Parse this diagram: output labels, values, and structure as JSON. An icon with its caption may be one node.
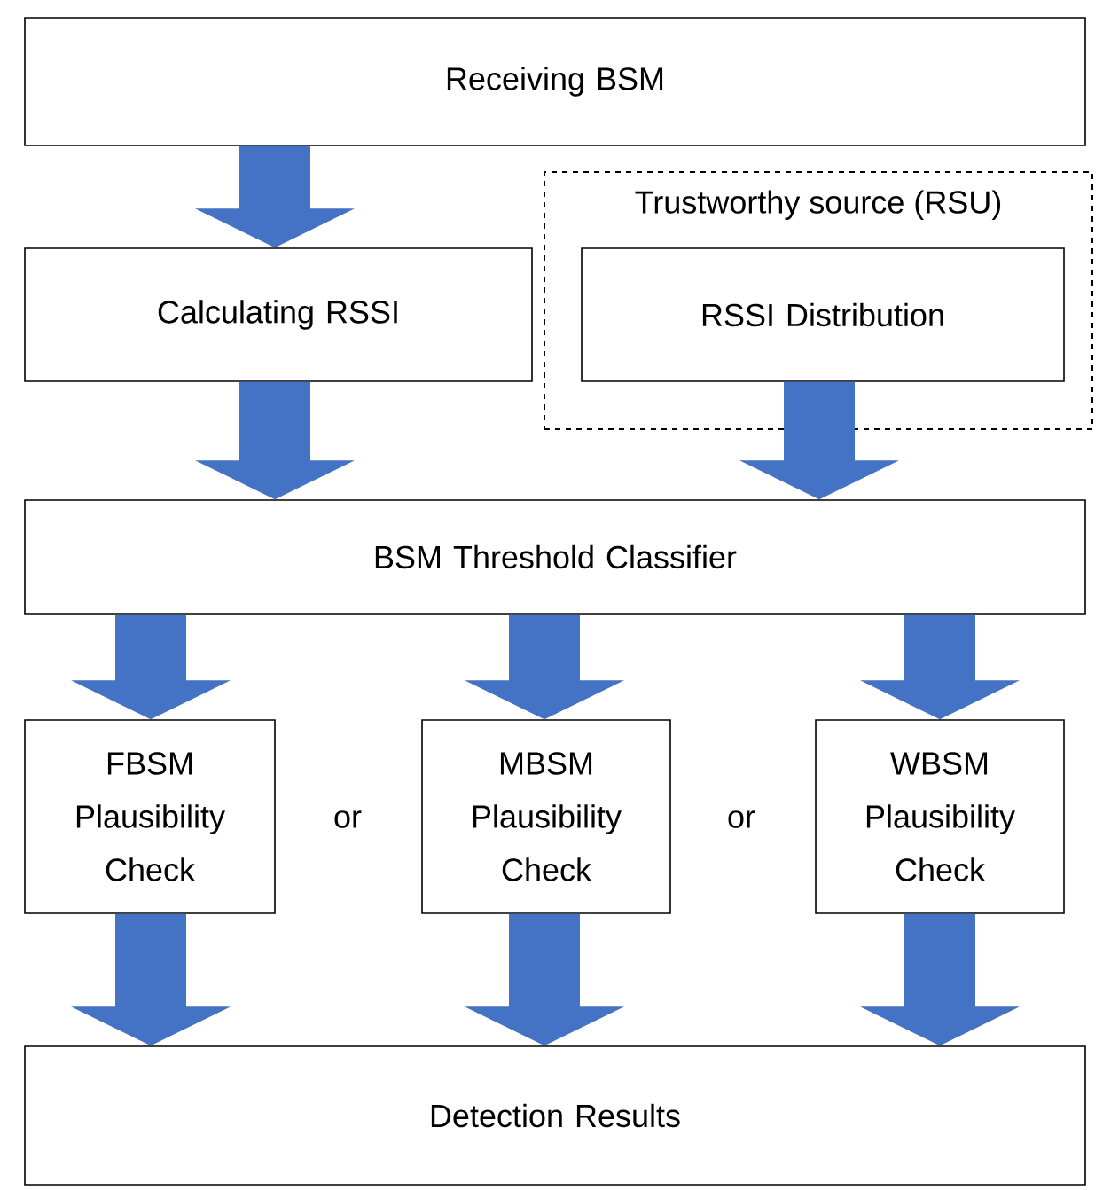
{
  "diagram": {
    "nodes": [
      {
        "text": [
          "Receiving BSM"
        ]
      },
      {
        "text": [
          "Calculating RSSI"
        ]
      },
      {
        "text": [
          "Trustworthy source (RSU)"
        ]
      },
      {
        "text": [
          "RSSI Distribution"
        ],
        "in": 2
      },
      {
        "text": [
          "BSM Threshold Classifier"
        ]
      },
      {
        "text": [
          "FBSM Plausibility Check"
        ]
      },
      {
        "text": [
          "MBSM Plausibility Check"
        ]
      },
      {
        "text": [
          "WBSM Plausibility Check"
        ]
      },
      {
        "text": [
          "Detection Results"
        ]
      }
    ],
    "edges": [
      {
        "from": 0,
        "to": 1,
        "arrow": "to"
      },
      {
        "from": 1,
        "to": 4,
        "arrow": "to"
      },
      {
        "from": 3,
        "to": 4,
        "arrow": "to"
      },
      {
        "from": 4,
        "to": 5,
        "arrow": "to"
      },
      {
        "from": 4,
        "to": 6,
        "arrow": "to"
      },
      {
        "from": 4,
        "to": 7,
        "arrow": "to"
      },
      {
        "from": 5,
        "to": 8,
        "arrow": "to"
      },
      {
        "from": 6,
        "to": 8,
        "arrow": "to"
      },
      {
        "from": 7,
        "to": 8,
        "arrow": "to"
      }
    ],
    "labels": [
      "or",
      "or"
    ]
  }
}
